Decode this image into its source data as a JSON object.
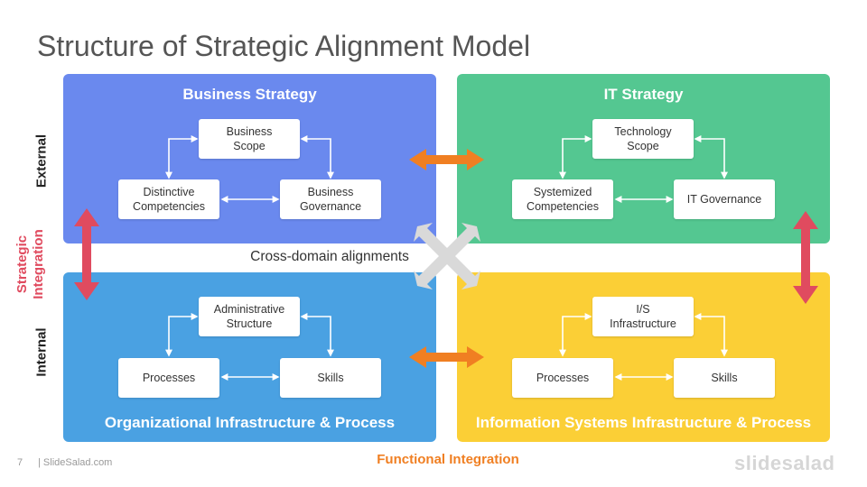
{
  "title": "Structure of Strategic Alignment Model",
  "quadrants": {
    "business_strategy": {
      "title": "Business Strategy",
      "top": "Business\nScope",
      "left": "Distinctive\nCompetencies",
      "right": "Business\nGovernance"
    },
    "it_strategy": {
      "title": "IT Strategy",
      "top": "Technology\nScope",
      "left": "Systemized\nCompetencies",
      "right": "IT Governance"
    },
    "org_infrastructure": {
      "title": "Organizational Infrastructure & Process",
      "top": "Administrative\nStructure",
      "left": "Processes",
      "right": "Skills"
    },
    "is_infrastructure": {
      "title": "Information Systems Infrastructure & Process",
      "top": "I/S\nInfrastructure",
      "left": "Processes",
      "right": "Skills"
    }
  },
  "labels": {
    "external": "External",
    "internal": "Internal",
    "strategic_integration": "Strategic\nIntegration",
    "cross_domain": "Cross-domain  alignments",
    "functional_integration": "Functional Integration"
  },
  "footer": {
    "page_number": "7",
    "site": "| SlideSalad.com",
    "logo": "slidesalad"
  },
  "colors": {
    "business_strategy": "#6a89ee",
    "it_strategy": "#54c791",
    "org_infrastructure": "#4aa1e2",
    "is_infrastructure": "#fbcf36",
    "strategic_arrow": "#e04b5f",
    "functional_arrow": "#f07f22",
    "cross_arrow": "#d9d9d9"
  }
}
